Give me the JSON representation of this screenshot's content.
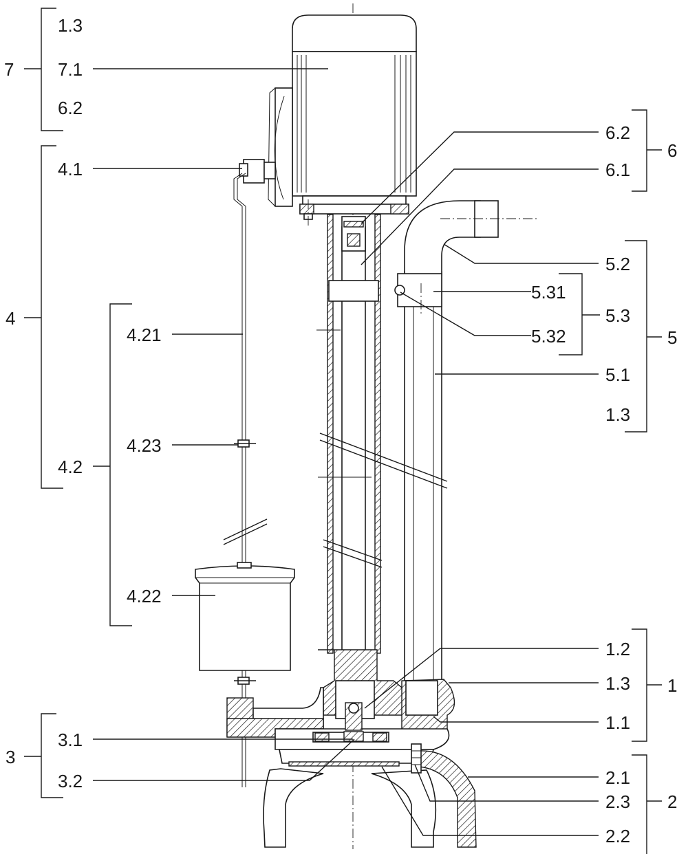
{
  "labels": {
    "l_7": "7",
    "l_1_3_top": "1.3",
    "l_7_1": "7.1",
    "l_6_2_left": "6.2",
    "l_4": "4",
    "l_4_1": "4.1",
    "l_4_21": "4.21",
    "l_4_23": "4.23",
    "l_4_2": "4.2",
    "l_4_22": "4.22",
    "l_3": "3",
    "l_3_1": "3.1",
    "l_3_2": "3.2",
    "l_6_2_right": "6.2",
    "l_6_1": "6.1",
    "l_6": "6",
    "l_5_2": "5.2",
    "l_5_31": "5.31",
    "l_5_3": "5.3",
    "l_5_32": "5.32",
    "l_5": "5",
    "l_5_1": "5.1",
    "l_1_3_mid": "1.3",
    "l_1_2": "1.2",
    "l_1_3_low": "1.3",
    "l_1": "1",
    "l_1_1": "1.1",
    "l_2_1": "2.1",
    "l_2_3": "2.3",
    "l_2": "2",
    "l_2_2": "2.2"
  }
}
